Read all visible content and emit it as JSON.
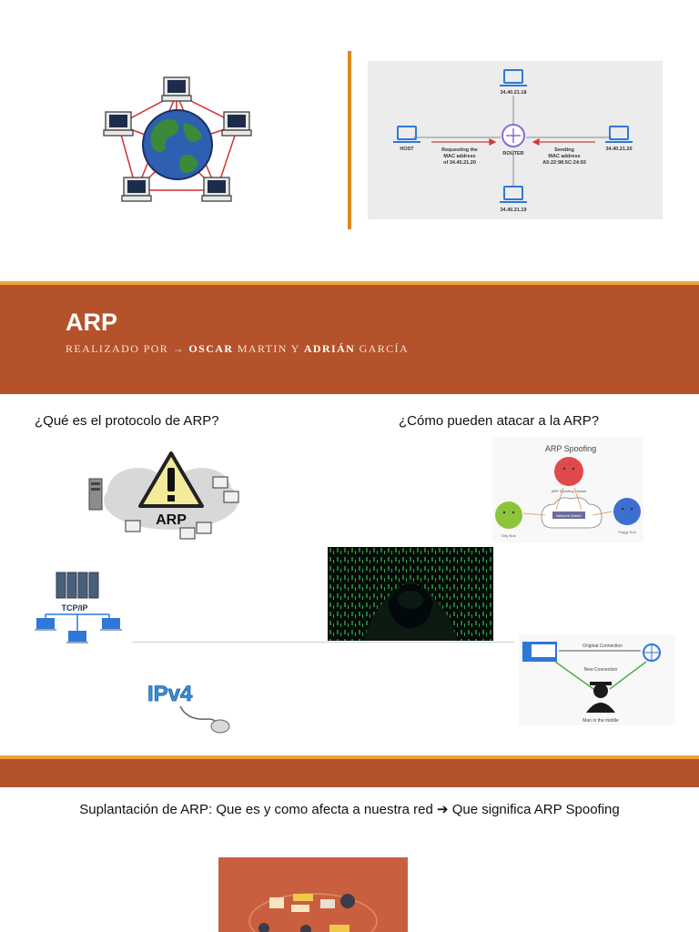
{
  "banner": {
    "title": "ARP",
    "subtitle_prefix": "Realizado por → ",
    "author1_first": "Oscar",
    "author1_last": " Martin y ",
    "author2_first": "Adrián",
    "author2_last": " García"
  },
  "headings": {
    "what": "¿Qué es el protocolo de ARP?",
    "how": "¿Cómo pueden atacar a la ARP?"
  },
  "arp_diagram": {
    "host_label": "HOST",
    "router_label": "ROUTER",
    "top_ip": "34.40.21.18",
    "bottom_ip": "34.40.21.19",
    "right_ip": "34.40.21.20",
    "request_line1": "Requesting the",
    "request_line2": "MAC address",
    "request_line3": "of 34.40.21.20",
    "reply_line1": "Sending",
    "reply_line2": "MAC address",
    "reply_line3": "A5:22:98:5C:24:93"
  },
  "arp_cloud": {
    "label": "ARP"
  },
  "tcpip": {
    "label": "TCP/IP"
  },
  "ipv4": {
    "label": "IPv4"
  },
  "spoofing": {
    "title": "ARP Spoofing",
    "hacker_label": "ARP Spoofing Hacker",
    "switch_label": "Network Switch",
    "left_name": "Billy Bob",
    "right_name": "Peggy Sue"
  },
  "mitm": {
    "original": "Original Connection",
    "new": "New Connection",
    "caption": "Man in the middle"
  },
  "bottom": {
    "caption_left": "Suplantación de ARP: Que es y como afecta a nuestra red",
    "caption_arrow": "➔",
    "caption_right": "Que significa ARP Spoofing"
  },
  "colors": {
    "banner": "#b4522b",
    "stripe": "#f0a23a",
    "divider": "#e08a1e",
    "laptop_blue": "#2f78d8"
  }
}
